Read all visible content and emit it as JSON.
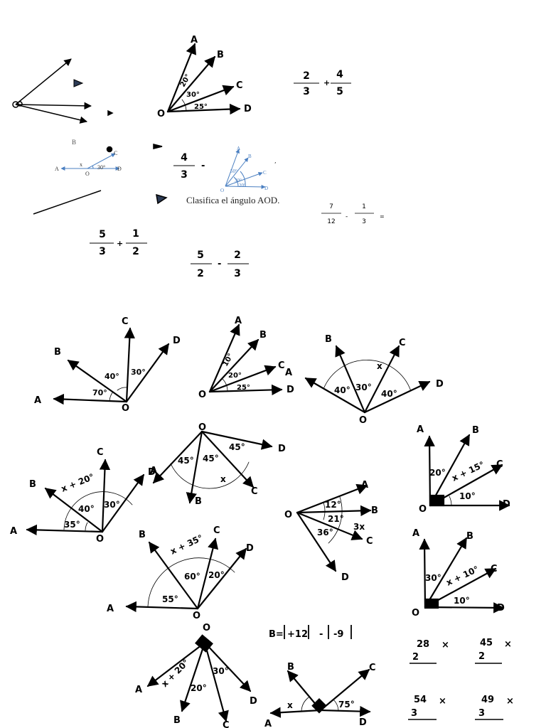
{
  "fractions": [
    {
      "num": "2",
      "den": "3",
      "op": "+"
    },
    {
      "num": "4",
      "den": "5",
      "op": ""
    },
    {
      "num": "4",
      "den": "3",
      "op": "-"
    },
    {
      "num": "7",
      "den": "12",
      "op": "-"
    },
    {
      "num": "1",
      "den": "3",
      "op": "="
    },
    {
      "num": "5",
      "den": "3",
      "op": "+"
    },
    {
      "num": "1",
      "den": "2",
      "op": ""
    },
    {
      "num": "5",
      "den": "2",
      "op": "-"
    },
    {
      "num": "2",
      "den": "3",
      "op": ""
    }
  ],
  "caption": "Clasifica el ángulo AOD.",
  "abs_expr": {
    "prefix": "B=",
    "a": "+12",
    "minus": "-",
    "b": "-9"
  },
  "multiplications": [
    {
      "top": "28",
      "bottom": "2",
      "op": "×"
    },
    {
      "top": "45",
      "bottom": "2",
      "op": "×"
    },
    {
      "top": "54",
      "bottom": "3",
      "op": "×"
    },
    {
      "top": "49",
      "bottom": "3",
      "op": "×"
    }
  ],
  "small_diagram": {
    "labels": [
      "A",
      "O",
      "D",
      "C",
      "x",
      "30°"
    ],
    "stray": "B"
  },
  "blue_diagram": {
    "labels": [
      "A",
      "B",
      "C",
      "D",
      "O",
      "50°",
      "30°",
      "20°"
    ]
  },
  "diagrams": [
    {
      "id": "top",
      "labels": [
        "A",
        "B",
        "C",
        "D",
        "O",
        "20°",
        "30°",
        "25°"
      ]
    },
    {
      "id": "d1",
      "labels": [
        "A",
        "B",
        "C",
        "D",
        "O",
        "70°",
        "40°",
        "30°"
      ]
    },
    {
      "id": "d2",
      "labels": [
        "A",
        "B",
        "C",
        "D",
        "O",
        "10°",
        "20°",
        "25°"
      ]
    },
    {
      "id": "d3",
      "labels": [
        "A",
        "B",
        "C",
        "D",
        "O",
        "40°",
        "30°",
        "40°",
        "x"
      ]
    },
    {
      "id": "d4",
      "labels": [
        "A",
        "B",
        "C",
        "D",
        "O",
        "35°",
        "40°",
        "30°",
        "x + 20°"
      ]
    },
    {
      "id": "d5",
      "labels": [
        "A",
        "B",
        "C",
        "D",
        "O",
        "45°",
        "45°",
        "45°",
        "x"
      ]
    },
    {
      "id": "d6",
      "labels": [
        "A",
        "B",
        "C",
        "D",
        "O",
        "20°",
        "x + 15°",
        "10°"
      ]
    },
    {
      "id": "d7",
      "labels": [
        "A",
        "B",
        "C",
        "D",
        "O",
        "12°",
        "21°",
        "3x",
        "36°"
      ]
    },
    {
      "id": "d8",
      "labels": [
        "A",
        "B",
        "C",
        "D",
        "O",
        "55°",
        "60°",
        "20°",
        "x + 35°"
      ]
    },
    {
      "id": "d9",
      "labels": [
        "A",
        "B",
        "C",
        "D",
        "O",
        "30°",
        "x + 10°",
        "10°"
      ]
    },
    {
      "id": "d10",
      "labels": [
        "A",
        "B",
        "C",
        "D",
        "O",
        "x + 20°",
        "20°",
        "30°"
      ]
    },
    {
      "id": "d11",
      "labels": [
        "A",
        "B",
        "C",
        "D",
        "x",
        "75°"
      ]
    }
  ]
}
